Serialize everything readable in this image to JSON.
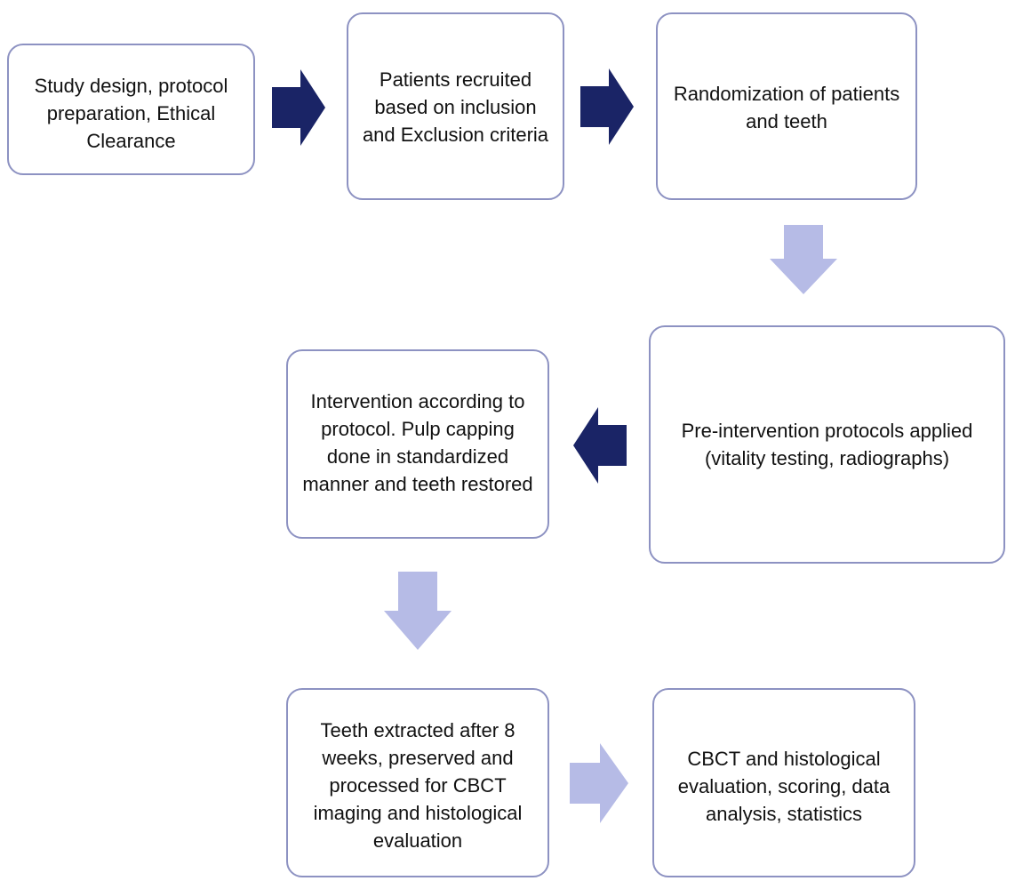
{
  "colors": {
    "box_border": "#8d92c2",
    "arrow_dark": "#1a2466",
    "arrow_light": "#b6bbe6",
    "text": "#111111"
  },
  "steps": [
    {
      "text": "Study design, protocol preparation, Ethical Clearance"
    },
    {
      "text": "Patients recruited based on inclusion and Exclusion criteria"
    },
    {
      "text": "Randomization of patients and teeth"
    },
    {
      "text": "Pre-intervention protocols applied (vitality testing, radiographs)"
    },
    {
      "text": "Intervention according to protocol. Pulp capping done in standardized manner and teeth restored"
    },
    {
      "text": "Teeth extracted after 8 weeks, preserved and processed for CBCT imaging and histological evaluation"
    },
    {
      "text": "CBCT and histological evaluation, scoring, data analysis, statistics"
    }
  ]
}
